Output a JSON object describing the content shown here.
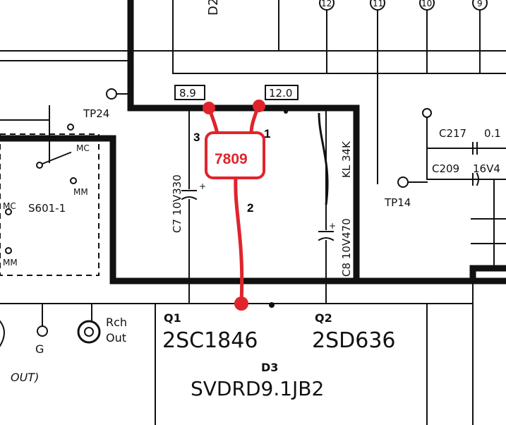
{
  "labels": {
    "top_ref": "D2",
    "voltage_left": "8.9",
    "voltage_right": "12.0",
    "tp24": "TP24",
    "tp14": "TP14",
    "c217": "C217",
    "c217_val": "0.1",
    "c209": "C209",
    "c209_val": "16V4",
    "c7": "C7 10V330",
    "c8": "C8 10V470",
    "r_kl": "KL 34K",
    "switch": "S601-1",
    "mc_right": "MC",
    "mm_right": "MM",
    "mc_left": "MC",
    "mm_left": "MM",
    "rch1": "Rch",
    "rch2": "Out",
    "g": "G",
    "out": "OUT)",
    "q1": "Q1",
    "q1_part": "2SC1846",
    "q2": "Q2",
    "q2_part": "2SD636",
    "d3": "D3",
    "d3_part": "SVDRD9.1JB2",
    "pin_top": [
      "12",
      "11",
      "10",
      "9"
    ]
  },
  "overlay": {
    "regulator": "7809",
    "pin1": "1",
    "pin2": "2",
    "pin3": "3"
  },
  "colors": {
    "ink": "#111111",
    "overlay_red": "#e0242c",
    "background": "#ffffff"
  }
}
